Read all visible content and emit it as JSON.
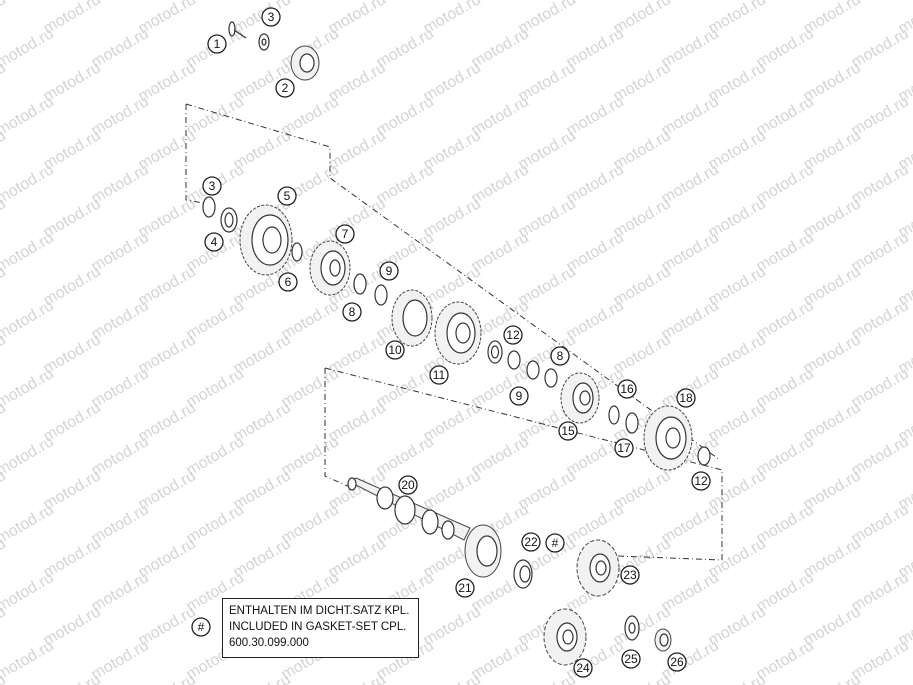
{
  "watermark": "motod.ru",
  "callouts": [
    "1",
    "2",
    "3",
    "3",
    "4",
    "5",
    "6",
    "7",
    "8",
    "9",
    "10",
    "11",
    "12",
    "8",
    "9",
    "12",
    "15",
    "16",
    "17",
    "18",
    "20",
    "21",
    "22",
    "23",
    "24",
    "25",
    "26"
  ],
  "legend": {
    "marker": "#",
    "line1": "ENTHALTEN IM DICHT.SATZ KPL.",
    "line2": "INCLUDED IN GASKET-SET CPL.",
    "line3": "600.30.099.000"
  },
  "marker_22": "#"
}
